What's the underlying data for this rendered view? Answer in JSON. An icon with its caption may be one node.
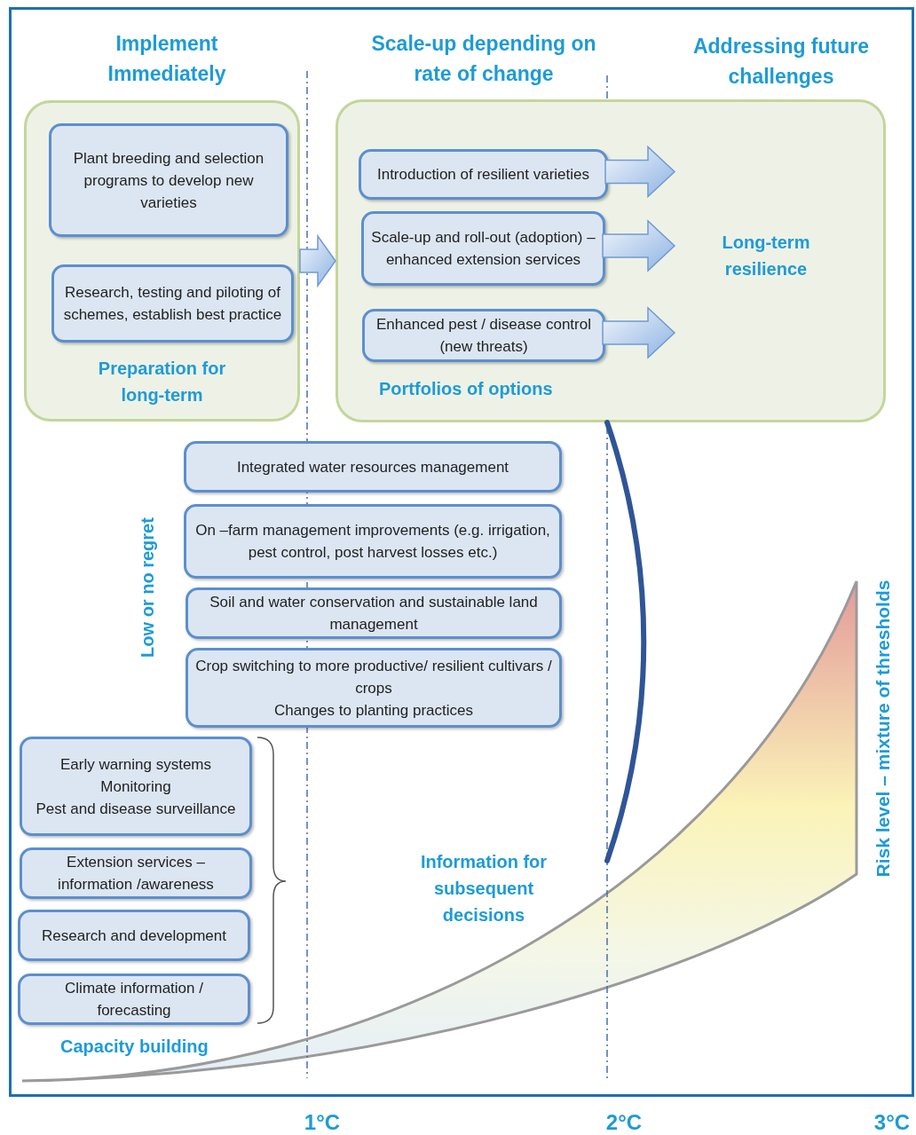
{
  "diagram": {
    "nodes": [
      {
        "text": [
          "Preparation for long-term"
        ]
      },
      {
        "text": [
          "Plant breeding and selection programs to develop new varieties"
        ],
        "in": 0
      },
      {
        "text": [
          "Research, testing and piloting of schemes, establish best practice"
        ],
        "in": 0
      },
      {
        "text": [
          "Portfolios of options"
        ]
      },
      {
        "text": [
          "Introduction of resilient varieties"
        ],
        "in": 3
      },
      {
        "text": [
          "Scale-up and roll-out (adoption) – enhanced extension services"
        ],
        "in": 3
      },
      {
        "text": [
          "Enhanced pest / disease control (new threats)"
        ],
        "in": 3
      },
      {
        "text": [
          "Long-term resilience"
        ],
        "in": 3
      },
      {
        "text": [
          "Integrated water resources management"
        ]
      },
      {
        "text": [
          "On –farm management improvements (e.g. irrigation, pest control, post harvest losses etc.)"
        ]
      },
      {
        "text": [
          "Soil and water conservation and sustainable land management"
        ]
      },
      {
        "text": [
          "Crop switching to more productive/ resilient cultivars / crops",
          "Changes to planting practices"
        ]
      },
      {
        "text": [
          "Early warning systems",
          "Monitoring",
          "Pest and disease surveillance"
        ]
      },
      {
        "text": [
          "Extension services – information /awareness"
        ]
      },
      {
        "text": [
          "Research and development"
        ]
      },
      {
        "text": [
          "Climate information / forecasting"
        ]
      },
      {
        "text": [
          "Information for subsequent decisions"
        ]
      }
    ],
    "edges": [
      {
        "from": 0,
        "to": 3,
        "arrow": "to"
      },
      {
        "from": 4,
        "to": 7,
        "arrow": "to"
      },
      {
        "from": 5,
        "to": 7,
        "arrow": "to"
      },
      {
        "from": 6,
        "to": 7,
        "arrow": "to"
      },
      {
        "from": 16,
        "to": 3,
        "arrow": "none",
        "color": "#2f5597"
      }
    ],
    "labels": [
      "Implement Immediately",
      "Scale-up depending on rate of change",
      "Addressing future challenges",
      "Low or no regret",
      "Capacity building",
      "Risk level – mixture of thresholds",
      "1°C",
      "2°C",
      "3°C"
    ]
  }
}
